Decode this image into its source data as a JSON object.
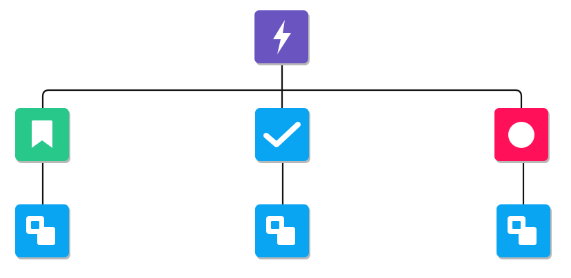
{
  "colors": {
    "trigger": "#6a55c0",
    "bookmark": "#27c88a",
    "check": "#0aa5f2",
    "circle": "#ff1058",
    "subflow": "#0aa5f2",
    "shadow": "rgba(0,0,0,0.28)",
    "connector": "#111111",
    "glyph": "#ffffff"
  },
  "nodes": [
    {
      "id": "trigger",
      "icon": "lightning-bolt-icon"
    },
    {
      "id": "bookmark",
      "icon": "bookmark-icon"
    },
    {
      "id": "check",
      "icon": "checkmark-icon"
    },
    {
      "id": "circle",
      "icon": "circle-icon"
    },
    {
      "id": "sub-1",
      "icon": "overlapping-squares-icon"
    },
    {
      "id": "sub-2",
      "icon": "overlapping-squares-icon"
    },
    {
      "id": "sub-3",
      "icon": "overlapping-squares-icon"
    }
  ]
}
